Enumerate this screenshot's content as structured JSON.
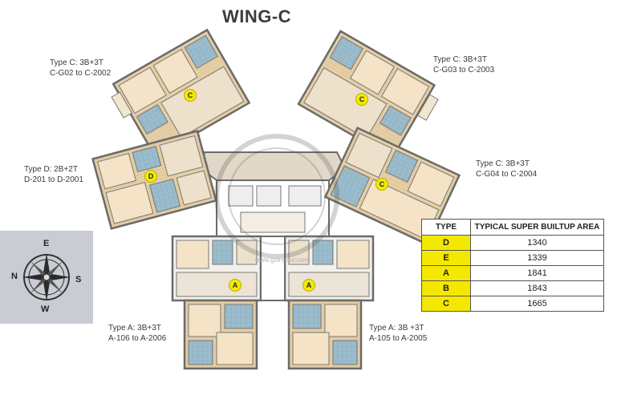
{
  "title": "WING-C",
  "labels": {
    "top_left": {
      "line1": "Type C: 3B+3T",
      "line2": "C-G02 to C-2002"
    },
    "top_right": {
      "line1": "Type C: 3B+3T",
      "line2": "C-G03 to C-2003"
    },
    "mid_left": {
      "line1": "Type D: 2B+2T",
      "line2": "D-201 to D-2001"
    },
    "mid_right": {
      "line1": "Type C: 3B+3T",
      "line2": "C-G04 to C-2004"
    },
    "bottom_left": {
      "line1": "Type A: 3B+3T",
      "line2": "A-106 to A-2006"
    },
    "bottom_right": {
      "line1": "Type A: 3B +3T",
      "line2": "A-105 to A-2005"
    }
  },
  "markers": [
    "C",
    "C",
    "D",
    "C",
    "A",
    "A"
  ],
  "compass": {
    "n": "N",
    "e": "E",
    "s": "S",
    "w": "W"
  },
  "table": {
    "headers": [
      "TYPE",
      "TYPICAL SUPER BUILTUP AREA"
    ],
    "rows": [
      {
        "type": "D",
        "area": "1340"
      },
      {
        "type": "E",
        "area": "1339"
      },
      {
        "type": "A",
        "area": "1841"
      },
      {
        "type": "B",
        "area": "1843"
      },
      {
        "type": "C",
        "area": "1665"
      }
    ]
  },
  "watermark": "www.goinyour.com",
  "colors": {
    "marker": "#f2ea00",
    "type_cell": "#f5e800",
    "wall": "#6b6b6b",
    "floor": "#e8d6b8",
    "tile": "#8fb6c9",
    "corridor": "#ddd2c2"
  }
}
